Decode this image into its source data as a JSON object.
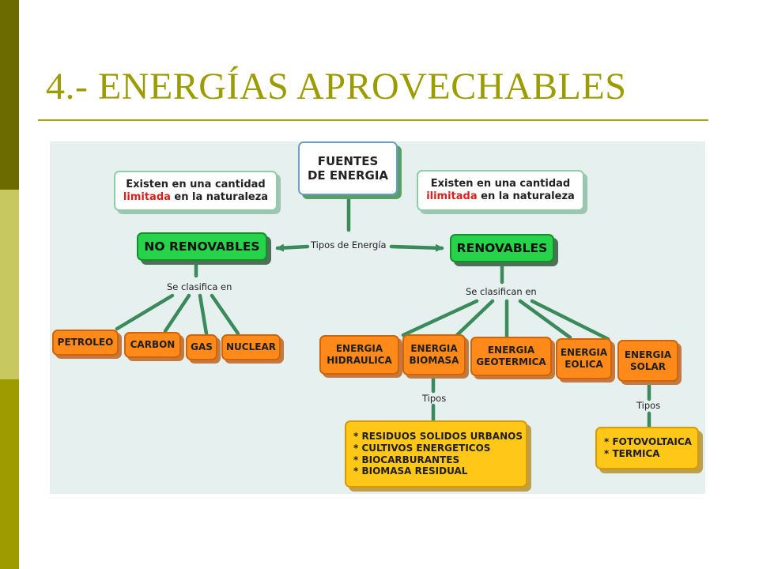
{
  "slide": {
    "title": "4.- ENERGÍAS APROVECHABLES"
  },
  "diagram": {
    "root": {
      "line1": "FUENTES",
      "line2": "DE ENERGIA"
    },
    "note_left": {
      "line1": "Existen en una cantidad",
      "highlight": "limitada",
      "rest": " en la naturaleza"
    },
    "note_right": {
      "line1": "Existen en una cantidad",
      "highlight": "ilimitada",
      "rest": " en la naturaleza"
    },
    "link_types": "Tipos de Energía",
    "no_renovables": {
      "label": "NO RENOVABLES",
      "link": "Se clasifica en",
      "items": [
        "PETROLEO",
        "CARBON",
        "GAS",
        "NUCLEAR"
      ]
    },
    "renovables": {
      "label": "RENOVABLES",
      "link": "Se clasifican en",
      "items": [
        {
          "line1": "ENERGIA",
          "line2": "HIDRAULICA"
        },
        {
          "line1": "ENERGIA",
          "line2": "BIOMASA"
        },
        {
          "line1": "ENERGIA",
          "line2": "GEOTERMICA"
        },
        {
          "line1": "ENERGIA",
          "line2": "EOLICA"
        },
        {
          "line1": "ENERGIA",
          "line2": "SOLAR"
        }
      ]
    },
    "biomasa_tipos": {
      "link": "Tipos",
      "items": [
        "* RESIDUOS SOLIDOS URBANOS",
        "* CULTIVOS ENERGETICOS",
        "* BIOCARBURANTES",
        "* BIOMASA RESIDUAL"
      ]
    },
    "solar_tipos": {
      "link": "Tipos",
      "items": [
        "* FOTOVOLTAICA",
        "* TERMICA"
      ]
    },
    "colors": {
      "title": "#9c9c00",
      "connector": "#3a8a5c",
      "renewable_category": "#27d34a",
      "source_box": "#ff8a1a",
      "list_box": "#ffc819",
      "highlight_text": "#d8201c"
    }
  }
}
